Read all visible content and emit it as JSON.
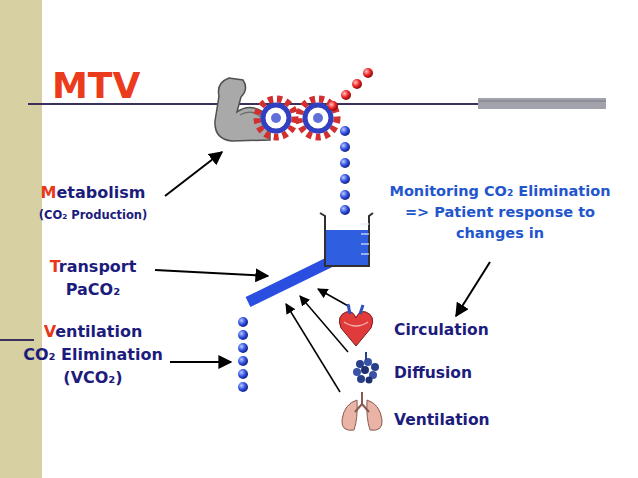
{
  "diagram": {
    "title": "MTV",
    "labels": [
      "Metabolism",
      "(CO₂ Production)",
      "Transport",
      "PaCO₂",
      "Ventilation",
      "CO₂ Elimination",
      "(VCO₂)",
      "Monitoring CO₂ Elimination => Patient response to changes in",
      "Circulation",
      "Diffusion",
      "Ventilation"
    ]
  }
}
